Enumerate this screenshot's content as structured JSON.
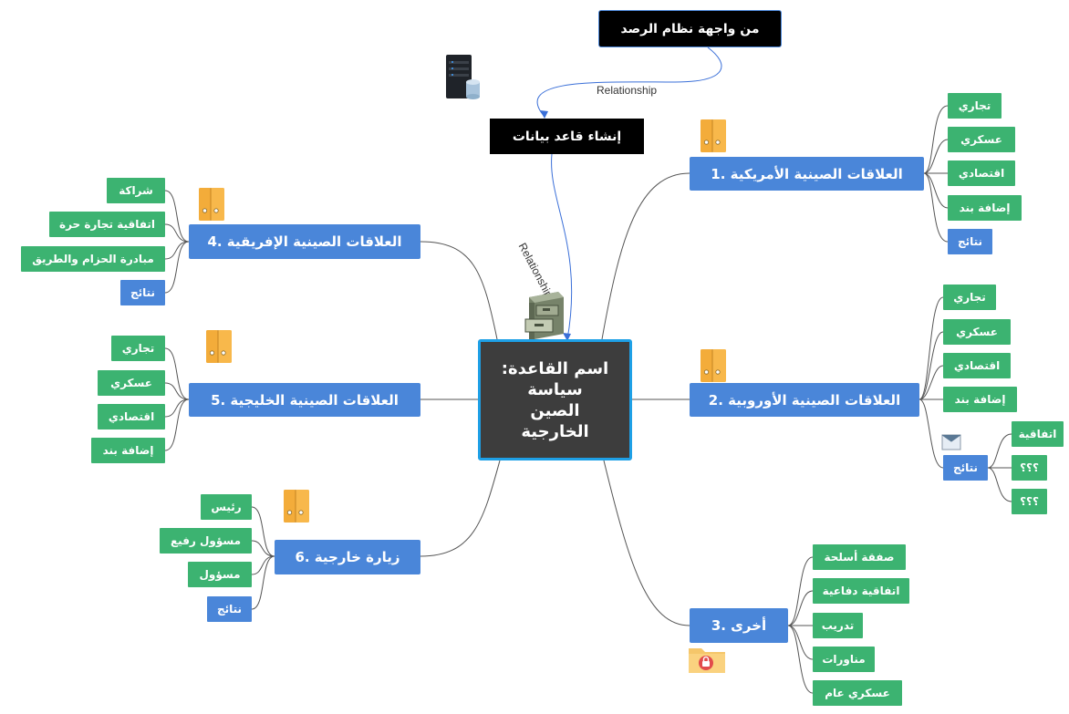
{
  "center": {
    "lines": [
      "اسم القاعدة:",
      "سياسة",
      "الصين",
      "الخارجية"
    ]
  },
  "top_nodes": {
    "monitor": "من واجهة نظام الرصد",
    "create_db": "إنشاء قاعد بيانات"
  },
  "relationships": {
    "rel1": "Relationship",
    "rel2": "Relationship"
  },
  "branches": {
    "b1": {
      "label": "العلاقات الصينية الأمريكية  .1",
      "leaves": [
        "تجاري",
        "عسكري",
        "اقتصادي",
        "إضافة بند",
        "نتائج"
      ]
    },
    "b2": {
      "label": "العلاقات الصينية الأوروبية  .2",
      "leaves": [
        "تجاري",
        "عسكري",
        "اقتصادي",
        "إضافة بند",
        "نتائج"
      ],
      "sub_leaves": [
        "اتفاقية",
        "؟؟؟",
        "؟؟؟"
      ]
    },
    "b3": {
      "label": "أخرى  .3",
      "leaves": [
        "صفقة أسلحة",
        "اتفاقية دفاعية",
        "تدريب",
        "مناورات",
        "عسكري عام"
      ]
    },
    "b4": {
      "label": "العلاقات الصينية الإفريقية  .4",
      "leaves": [
        "شراكة",
        "اتفاقية تجارة حرة",
        "مبادرة الحزام والطريق",
        "نتائج"
      ]
    },
    "b5": {
      "label": "العلاقات الصينية الخليجية  .5",
      "leaves": [
        "تجاري",
        "عسكري",
        "اقتصادي",
        "إضافة بند"
      ]
    },
    "b6": {
      "label": "زيارة خارجية  .6",
      "leaves": [
        "رئيس",
        "مسؤول رفيع",
        "مسؤول",
        "نتائج"
      ]
    }
  },
  "colors": {
    "branch": "#4a86d9",
    "leaf": "#3cb371",
    "center_bg": "#3d3d3d",
    "center_border": "#1ea0e6",
    "connector": "#555555",
    "relationship_line": "#3a6fd8"
  },
  "icons": [
    "binder-icon",
    "server-icon",
    "filing-cabinet-icon",
    "lock-folder-icon",
    "inbox-icon"
  ]
}
